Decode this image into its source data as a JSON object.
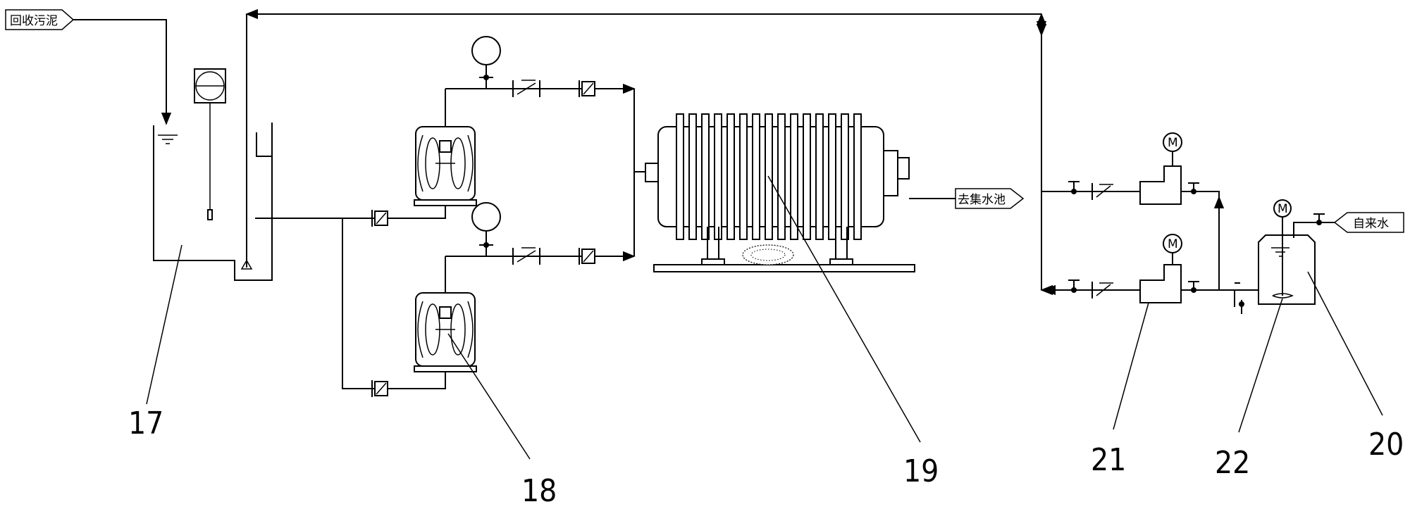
{
  "flow_tags": {
    "recovered_sludge": "回收污泥",
    "to_collection_pool": "去集水池",
    "tap_water": "自来水"
  },
  "component_numbers": {
    "n17": "17",
    "n18": "18",
    "n19": "19",
    "n20": "20",
    "n21": "21",
    "n22": "22"
  },
  "motor_symbol": "M"
}
